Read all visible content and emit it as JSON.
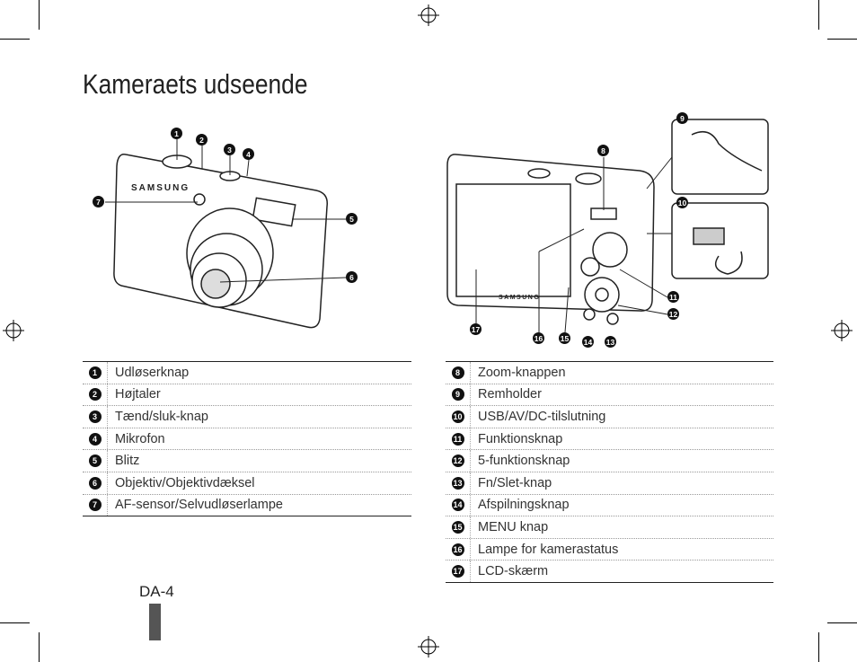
{
  "title": "Kameraets udseende",
  "page_number": "DA-4",
  "front_callouts": [
    "1",
    "2",
    "3",
    "4",
    "5",
    "6",
    "7"
  ],
  "back_callouts": [
    "8",
    "9",
    "10",
    "11",
    "12",
    "13",
    "14",
    "15",
    "16",
    "17"
  ],
  "brand": "SAMSUNG",
  "left_table": [
    {
      "num": "1",
      "label": "Udløserknap"
    },
    {
      "num": "2",
      "label": "Højtaler"
    },
    {
      "num": "3",
      "label": "Tænd/sluk-knap"
    },
    {
      "num": "4",
      "label": "Mikrofon"
    },
    {
      "num": "5",
      "label": "Blitz"
    },
    {
      "num": "6",
      "label": "Objektiv/Objektivdæksel"
    },
    {
      "num": "7",
      "label": "AF-sensor/Selvudløserlampe"
    }
  ],
  "right_table": [
    {
      "num": "8",
      "label": "Zoom-knappen"
    },
    {
      "num": "9",
      "label": "Remholder"
    },
    {
      "num": "10",
      "label": "USB/AV/DC-tilslutning"
    },
    {
      "num": "11",
      "label": "Funktionsknap"
    },
    {
      "num": "12",
      "label": "5-funktionsknap"
    },
    {
      "num": "13",
      "label": "Fn/Slet-knap"
    },
    {
      "num": "14",
      "label": "Afspilningsknap"
    },
    {
      "num": "15",
      "label": "MENU knap"
    },
    {
      "num": "16",
      "label": "Lampe for kamerastatus"
    },
    {
      "num": "17",
      "label": "LCD-skærm"
    }
  ]
}
